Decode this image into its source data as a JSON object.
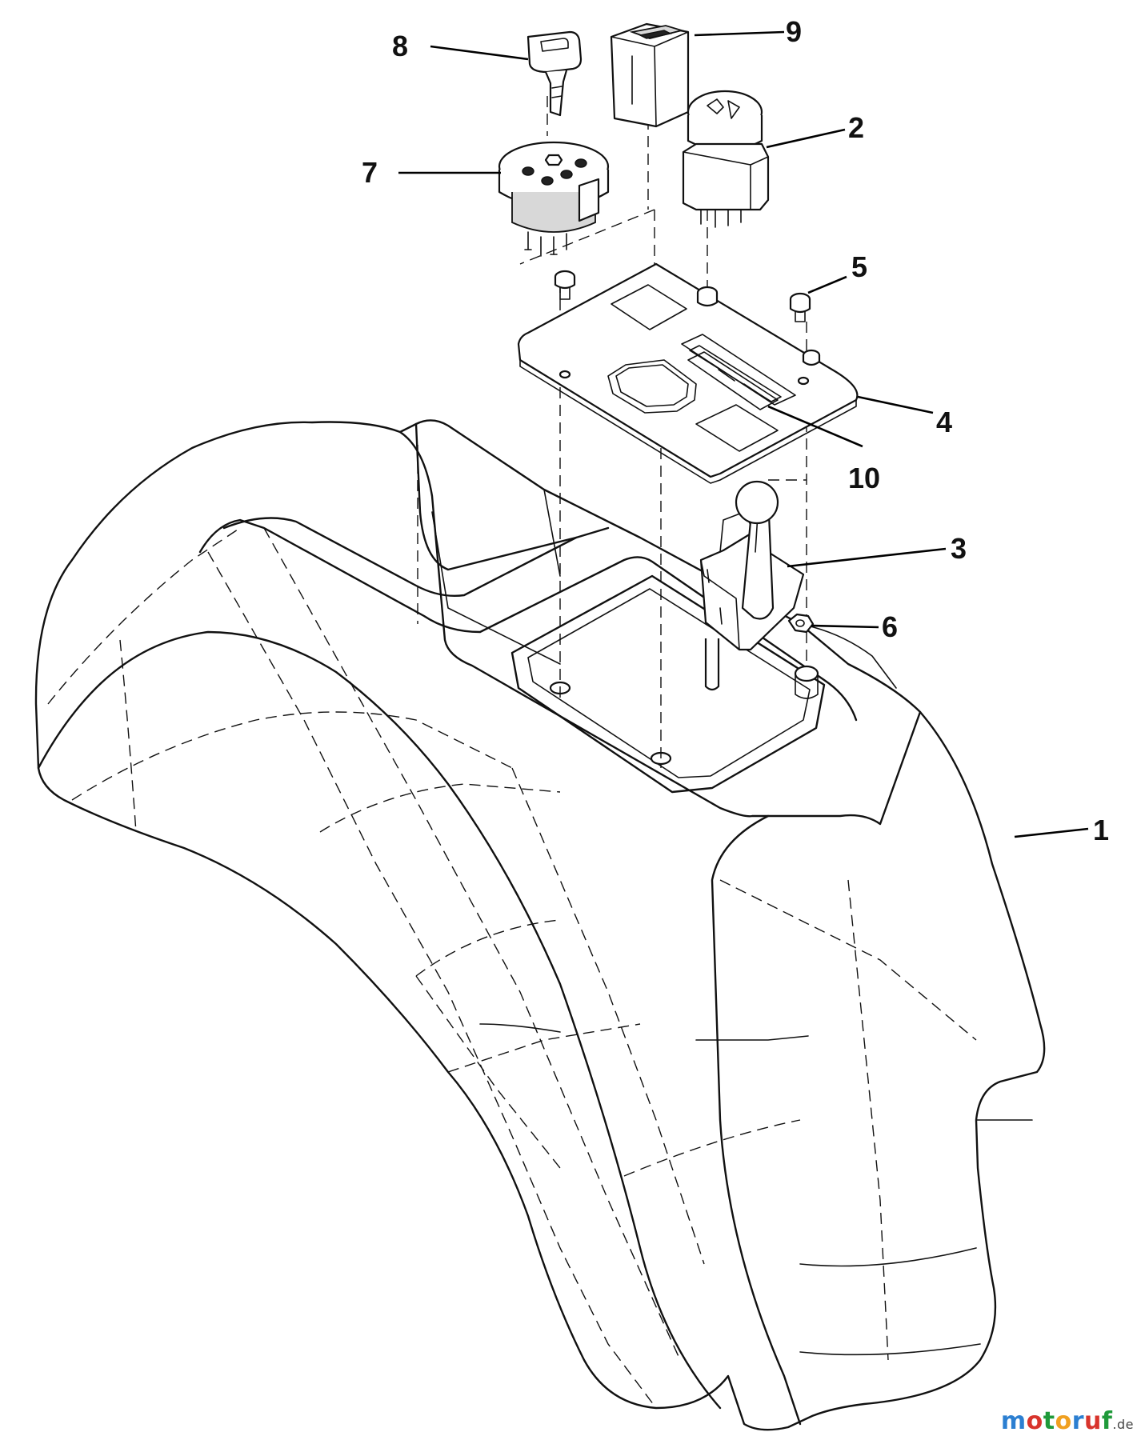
{
  "callouts": [
    {
      "id": "1",
      "label": "1"
    },
    {
      "id": "2",
      "label": "2"
    },
    {
      "id": "3",
      "label": "3"
    },
    {
      "id": "4",
      "label": "4"
    },
    {
      "id": "5",
      "label": "5"
    },
    {
      "id": "6",
      "label": "6"
    },
    {
      "id": "7",
      "label": "7"
    },
    {
      "id": "8",
      "label": "8"
    },
    {
      "id": "9",
      "label": "9"
    },
    {
      "id": "10",
      "label": "10"
    }
  ],
  "watermark": {
    "letters": [
      "m",
      "o",
      "t",
      "o",
      "r",
      "u",
      "f"
    ],
    "colors": [
      "#2c7fd1",
      "#d8342c",
      "#1f9a3a",
      "#f0a020",
      "#2c7fd1",
      "#d8342c",
      "#1f9a3a"
    ],
    "suffix": ".de"
  }
}
